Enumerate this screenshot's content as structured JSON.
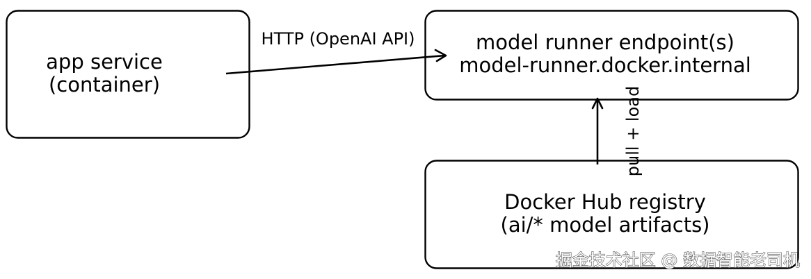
{
  "nodes": {
    "app_service": {
      "line1": "app service",
      "line2": "(container)"
    },
    "model_runner": {
      "line1": "model runner endpoint(s)",
      "line2": "model-runner.docker.internal"
    },
    "docker_hub": {
      "line1": "Docker Hub registry",
      "line2": "(ai/* model artifacts)"
    }
  },
  "edges": {
    "http": {
      "label": "HTTP (OpenAI API)"
    },
    "pull_load": {
      "label": "pull + load"
    }
  },
  "watermark": {
    "text": "掘金技术社区 @ 数据智能老司机"
  }
}
